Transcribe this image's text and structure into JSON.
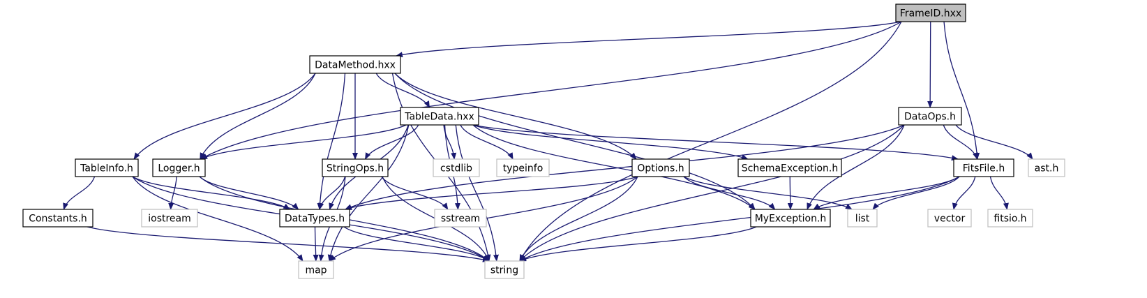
{
  "colors": {
    "edge": "#191970",
    "local_border": "#000000",
    "system_border": "#bfbfbf",
    "root_fill": "#bfbfbf",
    "box_fill": "#ffffff"
  },
  "nodes": [
    {
      "id": "frameid",
      "label": "FrameID.hxx",
      "kind": "root"
    },
    {
      "id": "datamethod",
      "label": "DataMethod.hxx",
      "kind": "local"
    },
    {
      "id": "tabledata",
      "label": "TableData.hxx",
      "kind": "local"
    },
    {
      "id": "dataops",
      "label": "DataOps.h",
      "kind": "local"
    },
    {
      "id": "tableinfo",
      "label": "TableInfo.h",
      "kind": "local"
    },
    {
      "id": "logger",
      "label": "Logger.h",
      "kind": "local"
    },
    {
      "id": "stringops",
      "label": "StringOps.h",
      "kind": "local"
    },
    {
      "id": "cstdlib",
      "label": "cstdlib",
      "kind": "system"
    },
    {
      "id": "typeinfo",
      "label": "typeinfo",
      "kind": "system"
    },
    {
      "id": "options",
      "label": "Options.h",
      "kind": "local"
    },
    {
      "id": "schemaexc",
      "label": "SchemaException.h",
      "kind": "local"
    },
    {
      "id": "fitsfile",
      "label": "FitsFile.h",
      "kind": "local"
    },
    {
      "id": "ast",
      "label": "ast.h",
      "kind": "system"
    },
    {
      "id": "constants",
      "label": "Constants.h",
      "kind": "local"
    },
    {
      "id": "iostream",
      "label": "iostream",
      "kind": "system"
    },
    {
      "id": "datatypes",
      "label": "DataTypes.h",
      "kind": "local"
    },
    {
      "id": "sstream",
      "label": "sstream",
      "kind": "system"
    },
    {
      "id": "myexception",
      "label": "MyException.h",
      "kind": "local"
    },
    {
      "id": "list",
      "label": "list",
      "kind": "system"
    },
    {
      "id": "vector",
      "label": "vector",
      "kind": "system"
    },
    {
      "id": "fitsio",
      "label": "fitsio.h",
      "kind": "system"
    },
    {
      "id": "map",
      "label": "map",
      "kind": "system"
    },
    {
      "id": "string",
      "label": "string",
      "kind": "system"
    }
  ],
  "edges": [
    [
      "frameid",
      "datamethod"
    ],
    [
      "frameid",
      "logger"
    ],
    [
      "frameid",
      "dataops"
    ],
    [
      "frameid",
      "fitsfile"
    ],
    [
      "frameid",
      "string"
    ],
    [
      "datamethod",
      "tableinfo"
    ],
    [
      "datamethod",
      "logger"
    ],
    [
      "datamethod",
      "tabledata"
    ],
    [
      "datamethod",
      "stringops"
    ],
    [
      "datamethod",
      "options"
    ],
    [
      "datamethod",
      "datatypes"
    ],
    [
      "datamethod",
      "myexception"
    ],
    [
      "datamethod",
      "string"
    ],
    [
      "tabledata",
      "logger"
    ],
    [
      "tabledata",
      "stringops"
    ],
    [
      "tabledata",
      "cstdlib"
    ],
    [
      "tabledata",
      "typeinfo"
    ],
    [
      "tabledata",
      "schemaexc"
    ],
    [
      "tabledata",
      "fitsfile"
    ],
    [
      "tabledata",
      "datatypes"
    ],
    [
      "tabledata",
      "sstream"
    ],
    [
      "tabledata",
      "myexception"
    ],
    [
      "tabledata",
      "map"
    ],
    [
      "tabledata",
      "string"
    ],
    [
      "dataops",
      "fitsfile"
    ],
    [
      "dataops",
      "ast"
    ],
    [
      "dataops",
      "datatypes"
    ],
    [
      "dataops",
      "myexception"
    ],
    [
      "dataops",
      "string"
    ],
    [
      "tableinfo",
      "constants"
    ],
    [
      "tableinfo",
      "datatypes"
    ],
    [
      "tableinfo",
      "map"
    ],
    [
      "tableinfo",
      "string"
    ],
    [
      "logger",
      "iostream"
    ],
    [
      "logger",
      "datatypes"
    ],
    [
      "logger",
      "string"
    ],
    [
      "stringops",
      "datatypes"
    ],
    [
      "stringops",
      "sstream"
    ],
    [
      "stringops",
      "map"
    ],
    [
      "stringops",
      "string"
    ],
    [
      "options",
      "datatypes"
    ],
    [
      "options",
      "myexception"
    ],
    [
      "options",
      "list"
    ],
    [
      "options",
      "map"
    ],
    [
      "options",
      "string"
    ],
    [
      "schemaexc",
      "myexception"
    ],
    [
      "fitsfile",
      "myexception"
    ],
    [
      "fitsfile",
      "list"
    ],
    [
      "fitsfile",
      "vector"
    ],
    [
      "fitsfile",
      "fitsio"
    ],
    [
      "fitsfile",
      "string"
    ],
    [
      "constants",
      "string"
    ],
    [
      "datatypes",
      "map"
    ],
    [
      "datatypes",
      "string"
    ],
    [
      "myexception",
      "string"
    ]
  ]
}
